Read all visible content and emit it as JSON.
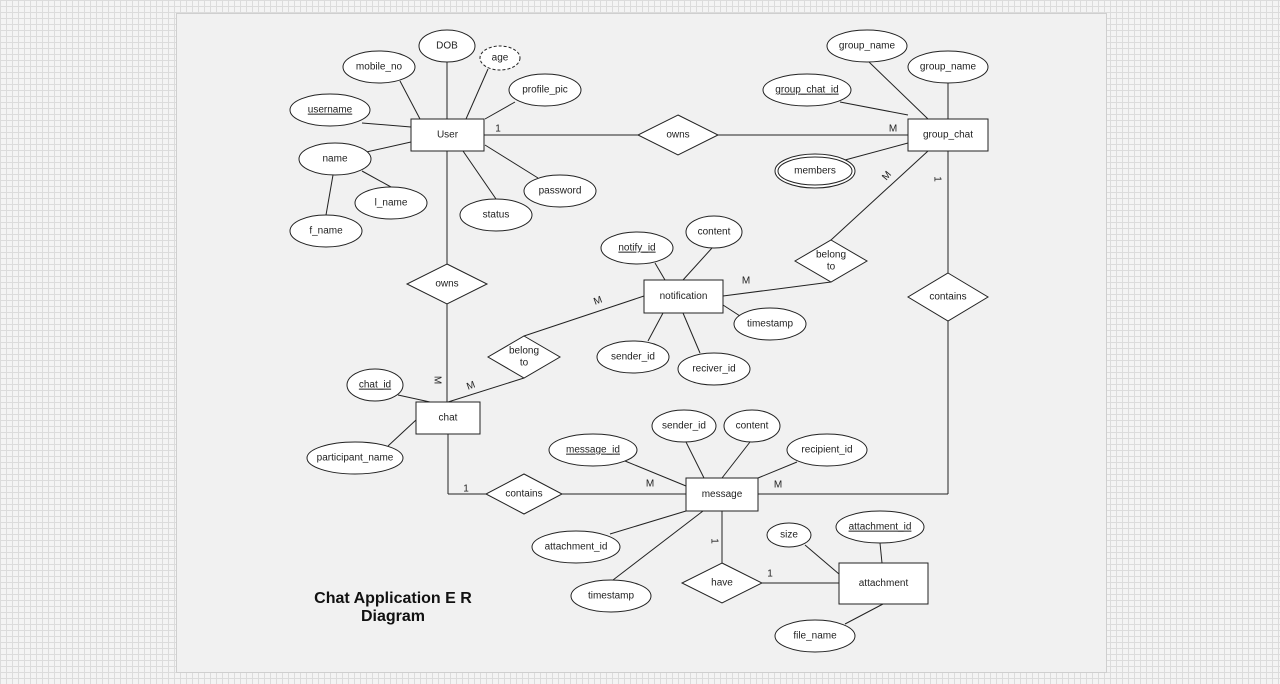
{
  "title": {
    "line1": "Chat Application E R",
    "line2": "Diagram"
  },
  "entities": {
    "user": "User",
    "group_chat": "group_chat",
    "notification": "notification",
    "chat": "chat",
    "message": "message",
    "attachment": "attachment"
  },
  "relationships": {
    "owns_group": "owns",
    "owns_chat": "owns",
    "belong_group": [
      "belong",
      "to"
    ],
    "belong_chat": [
      "belong",
      "to"
    ],
    "contains_group": "contains",
    "contains_chat": "contains",
    "have": "have"
  },
  "attributes": {
    "dob": "DOB",
    "age": "age",
    "mobile_no": "mobile_no",
    "profile_pic": "profile_pic",
    "username": "username",
    "name": "name",
    "l_name": "l_name",
    "f_name": "f_name",
    "status": "status",
    "password": "password",
    "group_name_1": "group_name",
    "group_name_2": "group_name",
    "group_chat_id": "group_chat_id",
    "members": "members",
    "notify_id": "notify_id",
    "notif_content": "content",
    "notif_timestamp": "timestamp",
    "notif_sender_id": "sender_id",
    "reciver_id": "reciver_id",
    "chat_id": "chat_id",
    "participant_name": "participant_name",
    "message_id": "message_id",
    "msg_sender_id": "sender_id",
    "msg_content": "content",
    "recipient_id": "recipient_id",
    "msg_attachment_id": "attachment_id",
    "msg_timestamp": "timestamp",
    "size": "size",
    "attachment_id": "attachment_id",
    "file_name": "file_name"
  },
  "cardinality": {
    "user_owns": "1",
    "group_owns": "M",
    "group_belong": "M",
    "notif_belong_group": "M",
    "group_contains": "1",
    "msg_contains_group": "M",
    "chat_owns": "M",
    "notif_belong_chat": "M",
    "chat_belong": "M",
    "chat_contains": "1",
    "msg_contains_chat": "M",
    "msg_have": "1",
    "attachment_have": "1"
  }
}
